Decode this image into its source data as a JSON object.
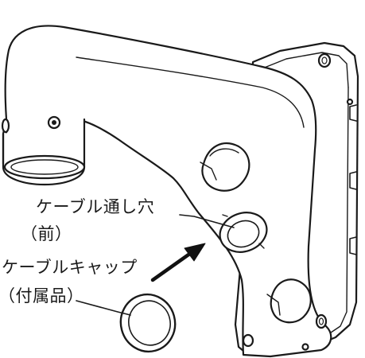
{
  "labels": {
    "cable_hole": "ケーブル通し穴",
    "cable_hole_note": "（前）",
    "cable_cap": "ケーブルキャップ",
    "cable_cap_note": "（付属品）"
  },
  "colors": {
    "line": "#1a1a1a",
    "fill": "#ffffff",
    "arrow": "#111111"
  }
}
